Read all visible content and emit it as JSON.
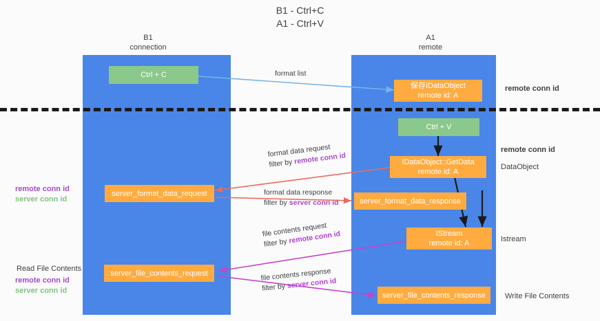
{
  "title": "B1 - Ctrl+C\nA1 - Ctrl+V",
  "columns": [
    {
      "name": "left-lane",
      "header": "B1\nconnection"
    },
    {
      "name": "right-lane",
      "header": "A1\nremote"
    }
  ],
  "nodes": {
    "ctrl_c": {
      "line1": "Ctrl + C",
      "line2": ""
    },
    "save_idataobject": {
      "line1": "保存IDataObject",
      "line2": "remote id: A"
    },
    "ctrl_v": {
      "line1": "Ctrl + V",
      "line2": ""
    },
    "getdata": {
      "line1": "IDataObject::GetData",
      "line2": "remote id: A"
    },
    "server_format_data_request": {
      "line1": "server_format_data_request",
      "line2": ""
    },
    "server_format_data_response": {
      "line1": "server_format_data_response",
      "line2": ""
    },
    "istream": {
      "line1": "IStream",
      "line2": "remote id: A"
    },
    "server_file_contents_request": {
      "line1": "server_file_contents_request",
      "line2": ""
    },
    "server_file_contents_response": {
      "line1": "server_file_contents_response",
      "line2": ""
    }
  },
  "edge_labels": {
    "format_list": "format list",
    "format_data_request_l1": "format data request",
    "format_data_request_l2a": "filter by ",
    "format_data_request_l2b": "remote conn id",
    "format_data_response_l1": "format data response",
    "format_data_response_l2a": "filter by ",
    "format_data_response_l2b": "server conn id",
    "file_contents_request_l1": "file contents request",
    "file_contents_request_l2a": "filter by ",
    "file_contents_request_l2b": "remote conn id",
    "file_contents_response_l1": "file contents response",
    "file_contents_response_l2a": "filter by ",
    "file_contents_response_l2b": "server conn id"
  },
  "side_labels": {
    "right_remote_conn_id_top": "remote conn id",
    "right_remote_conn_id_mid": "remote conn id",
    "right_dataobject": "DataObject",
    "right_istream": "Istream",
    "right_write_file_contents": "Write File Contents",
    "left_remote_conn_id": "remote conn id",
    "left_server_conn_id": "server conn id",
    "left_read_file_contents": "Read File Contents",
    "left_remote_conn_id_2": "remote conn id",
    "left_server_conn_id_2": "server conn id"
  },
  "colors": {
    "lane": "#4a86e8",
    "node_orange": "#ffab40",
    "node_green": "#8bc88b",
    "arrow_blue": "#78b3e8",
    "arrow_red": "#ea6a5e",
    "arrow_magenta": "#c742c7",
    "arrow_black": "#1a1a1a",
    "label_purple": "#a64ac9",
    "label_green": "#7fc47f",
    "divider": "#1a1a1a"
  }
}
